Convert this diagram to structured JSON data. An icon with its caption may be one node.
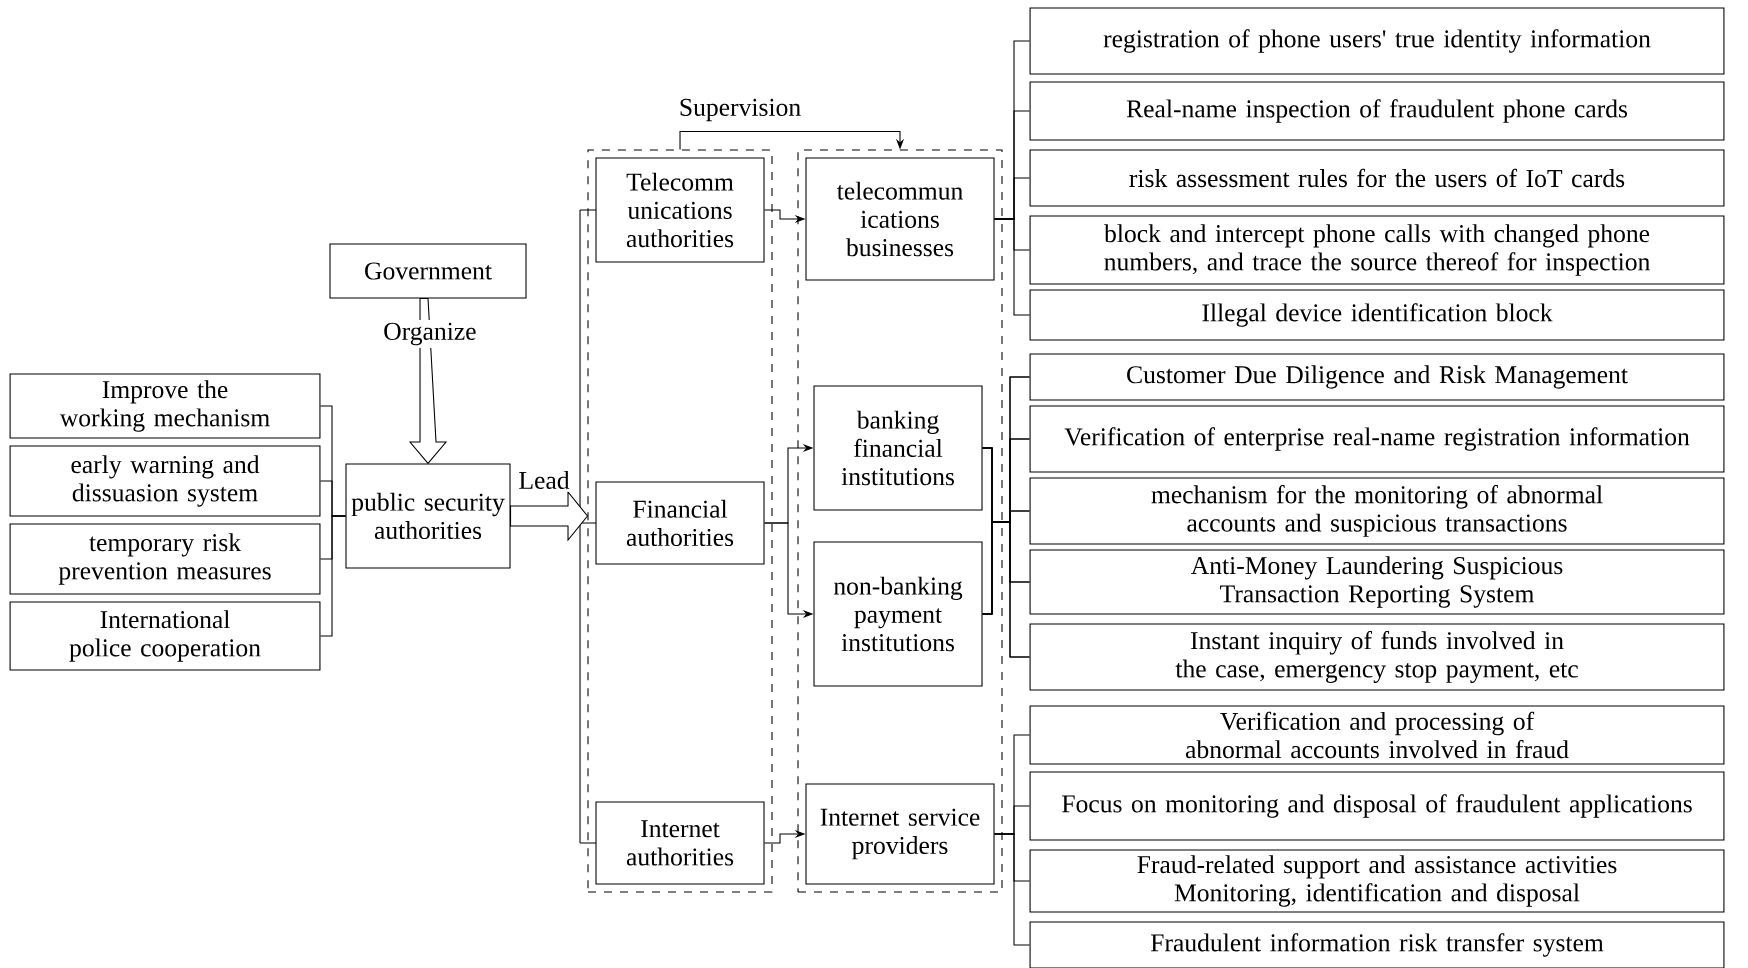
{
  "diagram": {
    "nodes": [
      {
        "text": [
          "Government"
        ]
      },
      {
        "text": [
          "public security authorities"
        ]
      },
      {
        "text": [
          "Improve the working mechanism"
        ]
      },
      {
        "text": [
          "early warning and dissuasion system"
        ]
      },
      {
        "text": [
          "temporary risk prevention measures"
        ]
      },
      {
        "text": [
          "International police cooperation"
        ]
      },
      {
        "text": [],
        "shape": "box"
      },
      {
        "text": [
          "Telecomm unications authorities"
        ],
        "in": 6
      },
      {
        "text": [
          "Financial authorities"
        ],
        "in": 6
      },
      {
        "text": [
          "Internet authorities"
        ],
        "in": 6
      },
      {
        "text": [],
        "shape": "box"
      },
      {
        "text": [
          "telecommun ications businesses"
        ],
        "in": 10
      },
      {
        "text": [
          "banking financial institutions"
        ],
        "in": 10
      },
      {
        "text": [
          "non-banking payment institutions"
        ],
        "in": 10
      },
      {
        "text": [
          "Internet service providers"
        ],
        "in": 10
      },
      {
        "text": [
          "registration of phone users' true identity information"
        ]
      },
      {
        "text": [
          "Real-name inspection of fraudulent phone cards"
        ]
      },
      {
        "text": [
          "risk assessment rules for the users of IoT cards"
        ]
      },
      {
        "text": [
          "block and intercept phone calls with changed phone numbers, and trace the source thereof for inspection"
        ]
      },
      {
        "text": [
          "Illegal device identification block"
        ]
      },
      {
        "text": [
          "Customer Due Diligence and Risk Management"
        ]
      },
      {
        "text": [
          "Verification of enterprise real-name registration information"
        ]
      },
      {
        "text": [
          "mechanism for the monitoring of abnormal accounts and suspicious transactions"
        ]
      },
      {
        "text": [
          "Anti-Money Laundering Suspicious Transaction Reporting System"
        ]
      },
      {
        "text": [
          "Instant inquiry of funds involved in the case, emergency stop payment, etc"
        ]
      },
      {
        "text": [
          "Verification and processing of abnormal accounts involved in fraud"
        ]
      },
      {
        "text": [
          "Focus on monitoring and disposal of fraudulent applications"
        ]
      },
      {
        "text": [
          "Fraud-related support and assistance activities Monitoring, identification and disposal"
        ]
      },
      {
        "text": [
          "Fraudulent information risk transfer system"
        ]
      }
    ],
    "edges": [
      {
        "from": 0,
        "to": 1,
        "arrow": "to",
        "label": "Organize"
      },
      {
        "from": 1,
        "to": 6,
        "arrow": "to",
        "label": "Lead"
      },
      {
        "from": 6,
        "to": 10,
        "arrow": "to",
        "label": "Supervision"
      },
      {
        "from": 2,
        "to": 1,
        "arrow": "none"
      },
      {
        "from": 3,
        "to": 1,
        "arrow": "none"
      },
      {
        "from": 4,
        "to": 1,
        "arrow": "none"
      },
      {
        "from": 5,
        "to": 1,
        "arrow": "none"
      },
      {
        "from": 7,
        "to": 11,
        "arrow": "to"
      },
      {
        "from": 8,
        "to": 12,
        "arrow": "to"
      },
      {
        "from": 8,
        "to": 13,
        "arrow": "to"
      },
      {
        "from": 9,
        "to": 14,
        "arrow": "to"
      },
      {
        "from": 11,
        "to": 15,
        "arrow": "none"
      },
      {
        "from": 11,
        "to": 16,
        "arrow": "none"
      },
      {
        "from": 11,
        "to": 17,
        "arrow": "none"
      },
      {
        "from": 11,
        "to": 18,
        "arrow": "none"
      },
      {
        "from": 11,
        "to": 19,
        "arrow": "none"
      },
      {
        "from": 12,
        "to": 20,
        "arrow": "none"
      },
      {
        "from": 12,
        "to": 21,
        "arrow": "none"
      },
      {
        "from": 12,
        "to": 22,
        "arrow": "none"
      },
      {
        "from": 12,
        "to": 23,
        "arrow": "none"
      },
      {
        "from": 12,
        "to": 24,
        "arrow": "none"
      },
      {
        "from": 13,
        "to": 20,
        "arrow": "none"
      },
      {
        "from": 13,
        "to": 21,
        "arrow": "none"
      },
      {
        "from": 13,
        "to": 22,
        "arrow": "none"
      },
      {
        "from": 13,
        "to": 23,
        "arrow": "none"
      },
      {
        "from": 13,
        "to": 24,
        "arrow": "none"
      },
      {
        "from": 14,
        "to": 25,
        "arrow": "none"
      },
      {
        "from": 14,
        "to": 26,
        "arrow": "none"
      },
      {
        "from": 14,
        "to": 27,
        "arrow": "none"
      },
      {
        "from": 14,
        "to": 28,
        "arrow": "none"
      }
    ]
  }
}
